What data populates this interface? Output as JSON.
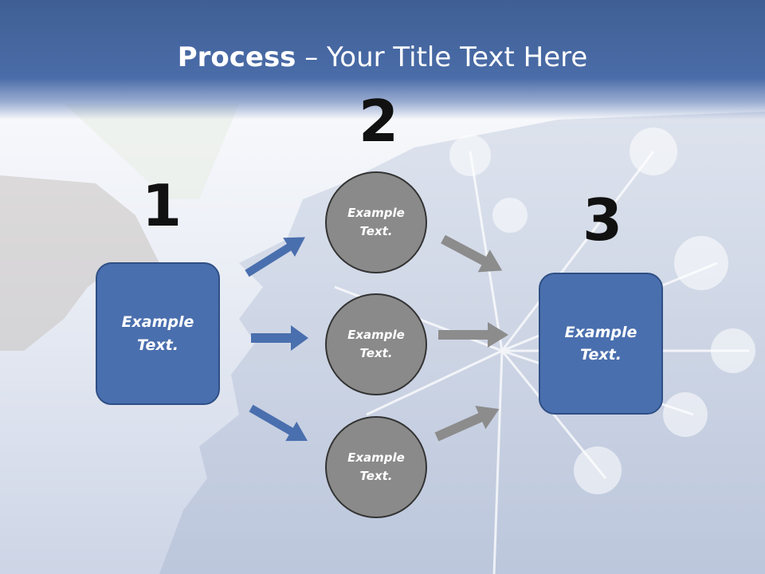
{
  "header": {
    "title_bold": "Process",
    "title_rest": " – Your Title Text Here"
  },
  "steps": [
    {
      "number": "1",
      "box_label": "Example\nText."
    },
    {
      "number": "2",
      "circle_labels": [
        "Example\nText.",
        "Example\nText.",
        "Example\nText."
      ]
    },
    {
      "number": "3",
      "box_label": "Example\nText."
    }
  ],
  "colors": {
    "header": "#4a6ca8",
    "box_fill": "#4a6fae",
    "circle_fill": "#8a8a8a",
    "blue_arrow": "#4a6fae",
    "gray_arrow": "#8c8c8c"
  }
}
